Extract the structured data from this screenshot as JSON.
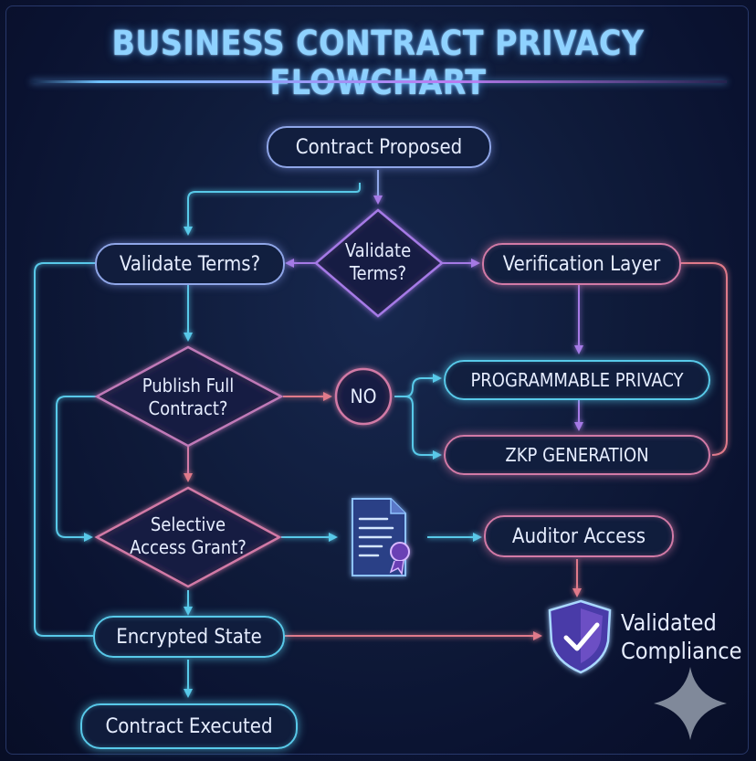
{
  "title": "BUSINESS CONTRACT PRIVACY FLOWCHART",
  "nodes": {
    "contract_proposed": "Contract Proposed",
    "validate_terms_box": "Validate Terms?",
    "validate_terms_diamond_l1": "Validate",
    "validate_terms_diamond_l2": "Terms?",
    "verification_layer": "Verification Layer",
    "publish_full_l1": "Publish Full",
    "publish_full_l2": "Contract?",
    "no": "NO",
    "programmable_privacy": "PROGRAMMABLE PRIVACY",
    "zkp_generation": "ZKP GENERATION",
    "selective_access_l1": "Selective",
    "selective_access_l2": "Access Grant?",
    "auditor_access": "Auditor Access",
    "encrypted_state": "Encrypted State",
    "validated_compliance_l1": "Validated",
    "validated_compliance_l2": "Compliance",
    "contract_executed": "Contract Executed"
  },
  "icons": {
    "document": "document-signature-icon",
    "shield": "shield-check-icon",
    "sparkle": "sparkle-icon"
  },
  "colors": {
    "cyan": "#58c9e9",
    "purple": "#a57ae6",
    "pink": "#d27aa6",
    "title": "#8fd2ff",
    "background": "#0f1b3a"
  }
}
